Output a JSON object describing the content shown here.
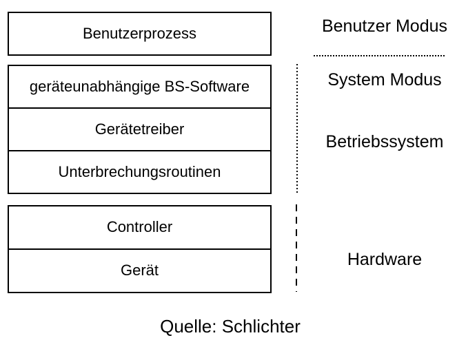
{
  "diagram": {
    "boxes": {
      "user_stack": {
        "rows": [
          {
            "label": "Benutzerprozess"
          }
        ]
      },
      "os_stack": {
        "rows": [
          {
            "label": "geräteunabhängige BS-Software"
          },
          {
            "label": "Gerätetreiber"
          },
          {
            "label": "Unterbrechungsroutinen"
          }
        ]
      },
      "hardware_stack": {
        "rows": [
          {
            "label": "Controller"
          },
          {
            "label": "Gerät"
          }
        ]
      }
    },
    "side_labels": [
      {
        "id": "benutzer-modus",
        "label": "Benutzer Modus"
      },
      {
        "id": "system-modus",
        "label": "System Modus"
      },
      {
        "id": "betriebssystem",
        "label": "Betriebssystem"
      },
      {
        "id": "hardware",
        "label": "Hardware"
      }
    ],
    "caption": "Quelle: Schlichter",
    "colors": {
      "foreground": "#000000",
      "background": "#ffffff"
    }
  }
}
